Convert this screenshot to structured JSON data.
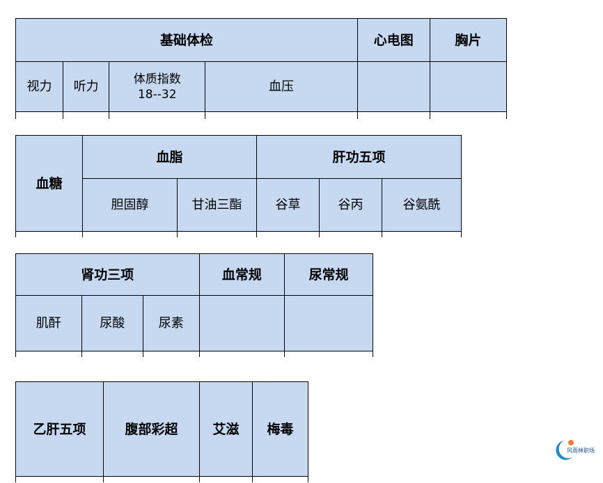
{
  "table1": {
    "basic_exam": "基础体检",
    "ecg": "心电图",
    "chest_film": "胸片",
    "vision": "视力",
    "hearing": "听力",
    "bmi_label": "体质指数",
    "bmi_range": "18--32",
    "blood_pressure": "血压"
  },
  "table2": {
    "blood_sugar": "血糖",
    "blood_lipids": "血脂",
    "liver_function": "肝功五项",
    "cholesterol": "胆固醇",
    "triglyceride": "甘油三酯",
    "ast": "谷草",
    "alt": "谷丙",
    "ggt": "谷氨酰"
  },
  "table3": {
    "kidney_function": "肾功三项",
    "blood_routine": "血常规",
    "urine_routine": "尿常规",
    "creatinine": "肌酐",
    "uric_acid": "尿酸",
    "urea": "尿素"
  },
  "table4": {
    "hepatitis_b": "乙肝五项",
    "abdominal_ultrasound": "腹部彩超",
    "hiv": "艾滋",
    "syphilis": "梅毒"
  },
  "logo": {
    "text": "风雨林职场",
    "accent": "#1e88c8"
  }
}
